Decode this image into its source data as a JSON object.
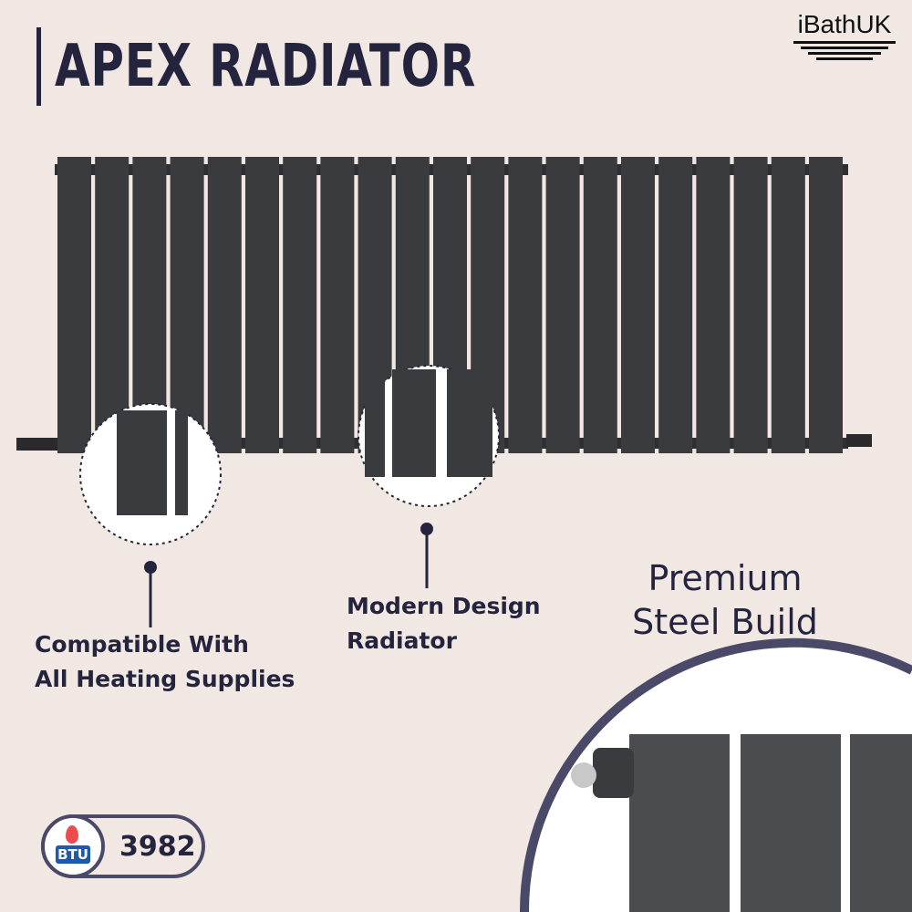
{
  "title": "APEX RADIATOR",
  "brand": "iBathUK",
  "features": {
    "compat": [
      "Compatible With",
      "All Heating Supplies"
    ],
    "design": [
      "Modern Design",
      "Radiator"
    ],
    "steel": [
      "Premium",
      "Steel Build"
    ]
  },
  "btu": {
    "icon": "btu-flame-icon",
    "badge": "BTU",
    "value": "3982"
  },
  "colors": {
    "background": "#f2e8e3",
    "text": "#24243e",
    "radiator": "#3a3b3e",
    "accent": "#4a4a68"
  }
}
